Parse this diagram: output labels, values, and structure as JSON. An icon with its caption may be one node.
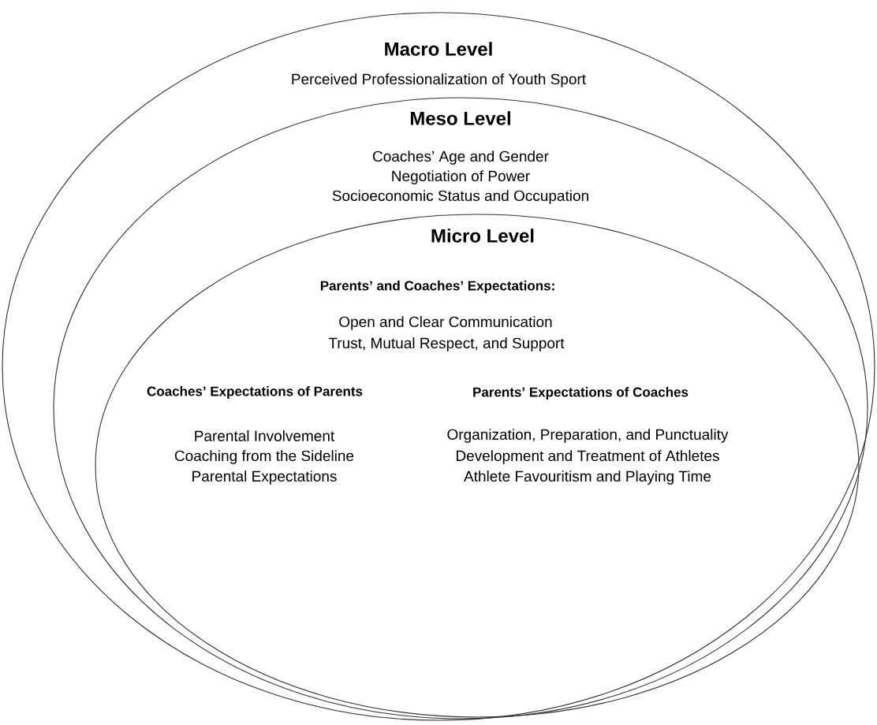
{
  "diagram": {
    "nodes": [
      {
        "text": [
          "Macro Level",
          "Perceived Professionalization of Youth Sport"
        ]
      },
      {
        "text": [
          "Meso Level",
          "Coaches’ Age and Gender",
          "Negotiation of Power",
          "Socioeconomic Status and Occupation"
        ],
        "in": 0
      },
      {
        "text": [
          "Micro Level",
          "Parents’ and Coaches’ Expectations:",
          "Open and Clear Communication",
          "Trust, Mutual Respect, and Support",
          "Coaches’ Expectations of Parents",
          "Parental Involvement",
          "Coaching from the Sideline",
          "Parental Expectations",
          "Parents’ Expectations of Coaches",
          "Organization, Preparation, and Punctuality",
          "Development and Treatment of Athletes",
          "Athlete Favouritism and Playing Time"
        ],
        "in": 1
      }
    ]
  }
}
